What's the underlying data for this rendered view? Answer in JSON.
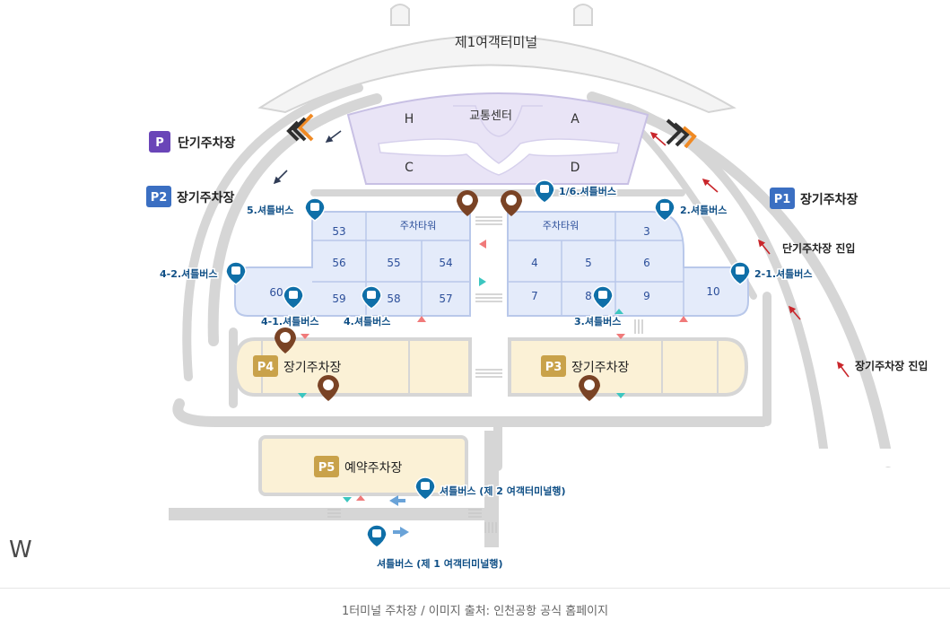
{
  "terminal": {
    "title": "제1여객터미널"
  },
  "transport_center": {
    "label": "교통센터",
    "gates": [
      "H",
      "A",
      "C",
      "D"
    ]
  },
  "parking_badges": [
    {
      "code": "P",
      "label": "단기주차장",
      "color": "#6a45b8"
    },
    {
      "code": "P2",
      "label": "장기주차장",
      "color": "#3b6fc2"
    },
    {
      "code": "P1",
      "label": "장기주차장",
      "color": "#3b6fc2"
    },
    {
      "code": "P4",
      "label": "장기주차장",
      "color": "#c9a24a"
    },
    {
      "code": "P3",
      "label": "장기주차장",
      "color": "#c9a24a"
    },
    {
      "code": "P5",
      "label": "예약주차장",
      "color": "#c9a24a"
    }
  ],
  "entries": {
    "short_term": "단기주차장 진입",
    "long_term": "장기주차장 진입"
  },
  "zones": {
    "left": [
      "53",
      "주차타워",
      "56",
      "55",
      "54",
      "60",
      "59",
      "58",
      "57"
    ],
    "right": [
      "주차타워",
      "3",
      "4",
      "5",
      "6",
      "7",
      "8",
      "9",
      "10"
    ]
  },
  "shuttles": {
    "s16": "1/6.셔틀버스",
    "s5": "5.셔틀버스",
    "s2": "2.셔틀버스",
    "s42": "4-2.셔틀버스",
    "s21": "2-1.셔틀버스",
    "s41": "4-1.셔틀버스",
    "s4": "4.셔틀버스",
    "s3": "3.셔틀버스",
    "to_t2": "셔틀버스 (제 2 여객터미널행)",
    "to_t1": "셔틀버스 (제 1 여객터미널행)"
  },
  "colors": {
    "road": "#d6d6d6",
    "parking_blue": "#e4ebfa",
    "parking_yellow": "#fbf1d6",
    "arrow_red": "#c9262b",
    "shuttle_blue": "#0f6fa8",
    "marker_brown": "#7a4325"
  },
  "watermark": "W",
  "caption": "1터미널 주차장 / 이미지 출처: 인천공항 공식 홈페이지"
}
